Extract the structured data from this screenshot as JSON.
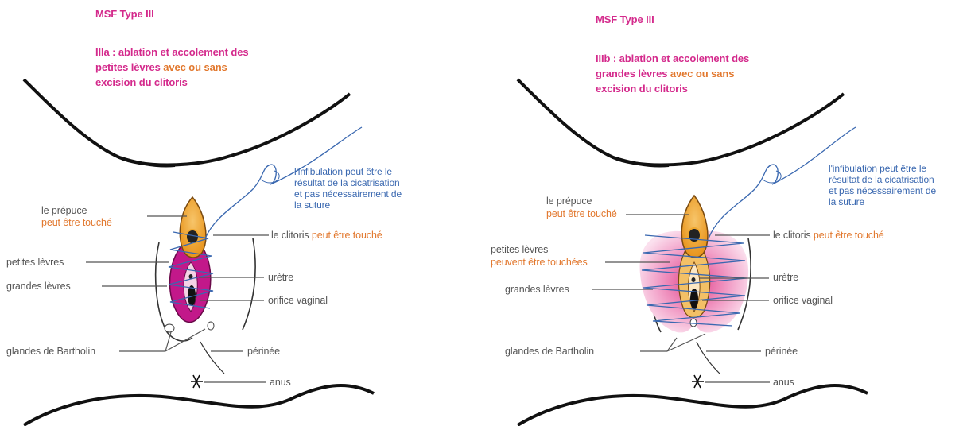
{
  "left": {
    "type_title": "MSF Type III",
    "subtitle_line1": "IIIa : ablation et accolement des",
    "subtitle_line2_a": "petites lèvres ",
    "subtitle_line2_b": "avec ou sans",
    "subtitle_line3": "excision du clitoris",
    "infib_line1": "l'infibulation peut être le",
    "infib_line2": "résultat de la cicatrisation",
    "infib_line3": "et pas nécessairement de",
    "infib_line4": "la suture",
    "prepuce": "le prépuce",
    "prepuce_note": "peut être touché",
    "clitoris": "le clitoris ",
    "clitoris_note": "peut être touché",
    "petites_levres": "petites lèvres",
    "grandes_levres": "grandes lèvres",
    "uretre": "urètre",
    "orifice": "orifice vaginal",
    "bartholin": "glandes de Bartholin",
    "perinee": "périnée",
    "anus": "anus"
  },
  "right": {
    "type_title": "MSF Type III",
    "subtitle_line1": "IIIb : ablation et accolement des",
    "subtitle_line2_a": "grandes lèvres ",
    "subtitle_line2_b": "avec ou sans",
    "subtitle_line3": "excision du clitoris",
    "infib_line1": "l'infibulation peut être le",
    "infib_line2": "résultat de la cicatrisation",
    "infib_line3": "et pas nécessairement de",
    "infib_line4": "la suture",
    "prepuce": "le prépuce",
    "prepuce_note": "peut être touché",
    "clitoris": "le clitoris ",
    "clitoris_note": "peut être touché",
    "petites_levres": "petites lèvres",
    "petites_levres_note": "peuvent être touchées",
    "grandes_levres": "grandes lèvres",
    "uretre": "urètre",
    "orifice": "orifice vaginal",
    "bartholin": "glandes de Bartholin",
    "perinee": "périnée",
    "anus": "anus"
  },
  "colors": {
    "title_magenta": "#d42a8c",
    "note_orange": "#e2782e",
    "suture_blue": "#3a68b0",
    "label_gray": "#555555",
    "labia_minora": "#c2188a",
    "clitoral_hood": "#f0a830",
    "labia_majora_pink": "#f2a0c8"
  }
}
